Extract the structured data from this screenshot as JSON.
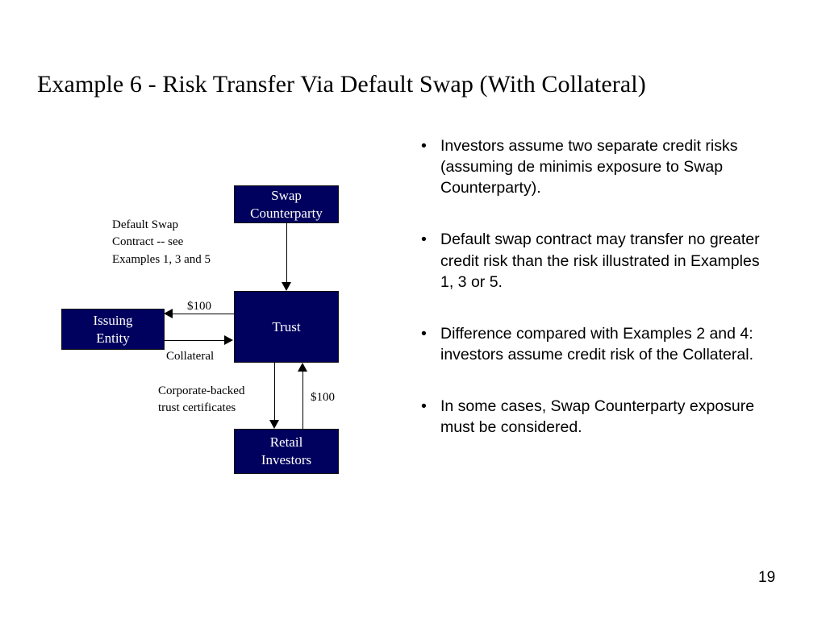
{
  "slide": {
    "title": "Example 6 - Risk Transfer Via Default Swap (With Collateral)",
    "page_number": "19",
    "background_color": "#ffffff",
    "box_fill_color": "#00005e",
    "box_text_color": "#ffffff",
    "line_color": "#000000"
  },
  "diagram": {
    "nodes": {
      "swap_counterparty": {
        "line1": "Swap",
        "line2": "Counterparty"
      },
      "trust": {
        "line1": "Trust"
      },
      "issuing_entity": {
        "line1": "Issuing",
        "line2": "Entity"
      },
      "retail_investors": {
        "line1": "Retail",
        "line2": "Investors"
      }
    },
    "labels": {
      "default_swap_contract": "Default Swap\nContract  -- see\nExamples 1, 3 and 5",
      "corporate_backed": "Corporate-backed\ntrust certificates",
      "amount_to_issuing_entity": "$100",
      "collateral": "Collateral",
      "amount_from_retail_investors": "$100"
    },
    "connectors": [
      {
        "name": "swap-counterparty-to-trust",
        "from": "swap_counterparty",
        "to": "trust",
        "direction": "down",
        "label": ""
      },
      {
        "name": "trust-to-issuing-entity",
        "from": "trust",
        "to": "issuing_entity",
        "direction": "left",
        "label": "$100"
      },
      {
        "name": "issuing-entity-to-trust",
        "from": "issuing_entity",
        "to": "trust",
        "direction": "right",
        "label": "Collateral"
      },
      {
        "name": "trust-to-retail-investors",
        "from": "trust",
        "to": "retail_investors",
        "direction": "down",
        "label": "Corporate-backed trust certificates"
      },
      {
        "name": "retail-investors-to-trust",
        "from": "retail_investors",
        "to": "trust",
        "direction": "up",
        "label": "$100"
      }
    ]
  },
  "bullets": {
    "marker": "•",
    "items": [
      "Investors assume two separate credit risks (assuming de minimis exposure to Swap Counterparty).",
      "Default swap contract may transfer no greater credit risk than the risk illustrated in Examples 1, 3 or 5.",
      "Difference compared with Examples 2 and 4:  investors assume credit risk of the Collateral.",
      "In some cases, Swap Counterparty exposure must be considered."
    ]
  }
}
